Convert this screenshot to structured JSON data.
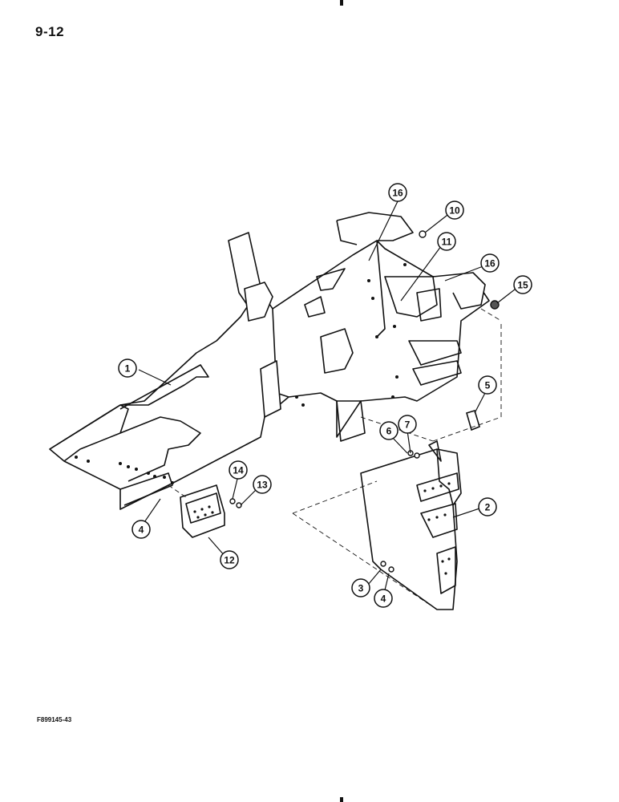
{
  "page": {
    "number": "9-12",
    "figure_code": "F899145-43"
  },
  "callouts": [
    {
      "id": "c1",
      "label": "1"
    },
    {
      "id": "c2",
      "label": "2"
    },
    {
      "id": "c3",
      "label": "3"
    },
    {
      "id": "c4a",
      "label": "4"
    },
    {
      "id": "c4b",
      "label": "4"
    },
    {
      "id": "c5",
      "label": "5"
    },
    {
      "id": "c6",
      "label": "6"
    },
    {
      "id": "c7",
      "label": "7"
    },
    {
      "id": "c10",
      "label": "10"
    },
    {
      "id": "c11",
      "label": "11"
    },
    {
      "id": "c12",
      "label": "12"
    },
    {
      "id": "c13",
      "label": "13"
    },
    {
      "id": "c14",
      "label": "14"
    },
    {
      "id": "c15",
      "label": "15"
    },
    {
      "id": "c16a",
      "label": "16"
    },
    {
      "id": "c16b",
      "label": "16"
    }
  ]
}
